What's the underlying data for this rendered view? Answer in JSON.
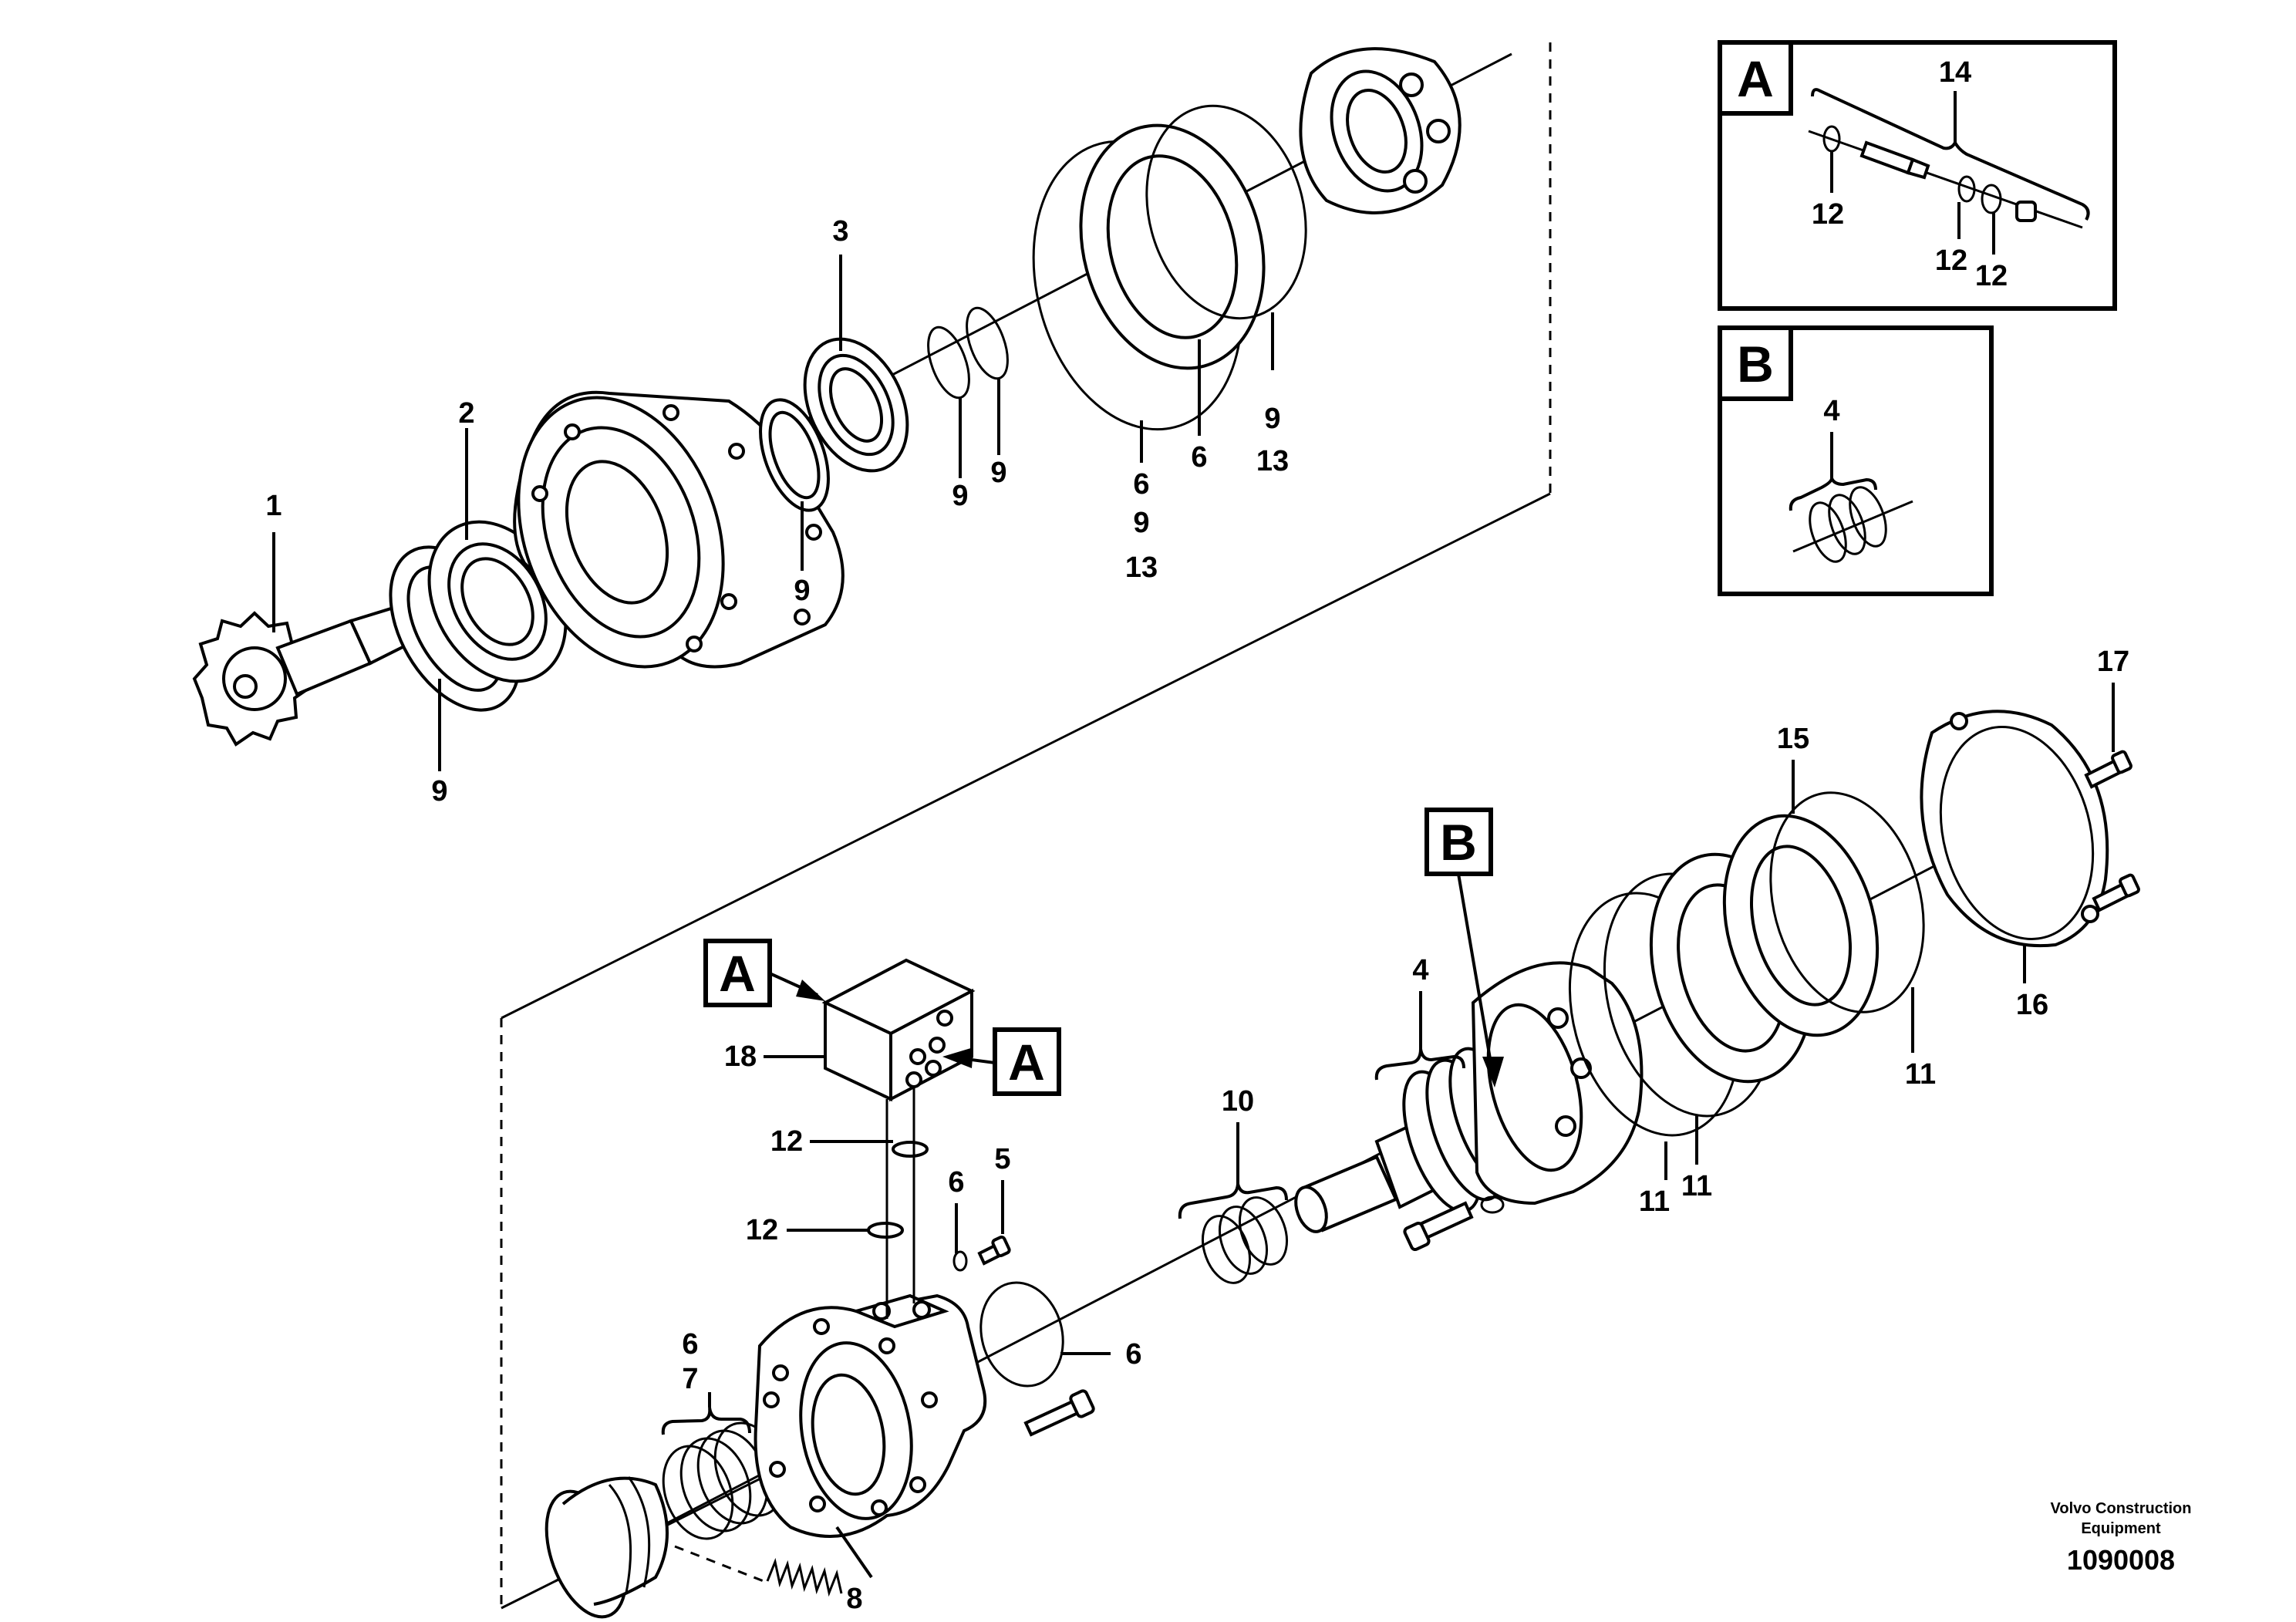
{
  "callouts": {
    "c1": "1",
    "c2": "2",
    "c3": "3",
    "c9a": "9",
    "c9b": "9",
    "c9c": "9",
    "c9d": "9",
    "c6a": "6",
    "c9e": "9",
    "c13a": "13",
    "c6b": "6",
    "c9f": "9",
    "c13b": "13",
    "c18": "18",
    "c12a": "12",
    "c12b": "12",
    "c6c": "6",
    "c5": "5",
    "c6d": "6",
    "c6e": "6",
    "c7": "7",
    "c8": "8",
    "c10": "10",
    "c4": "4",
    "c11a": "11",
    "c11b": "11",
    "c11c": "11",
    "c15": "15",
    "c16": "16",
    "c17": "17"
  },
  "detail_a": {
    "letter": "A",
    "c14": "14",
    "c12a": "12",
    "c12b": "12",
    "c12c": "12"
  },
  "detail_b": {
    "letter": "B",
    "c4": "4"
  },
  "refs": {
    "a1": "A",
    "a2": "A",
    "b1": "B"
  },
  "footer": {
    "company_line1": "Volvo Construction",
    "company_line2": "Equipment",
    "drawing_number": "1090008"
  }
}
